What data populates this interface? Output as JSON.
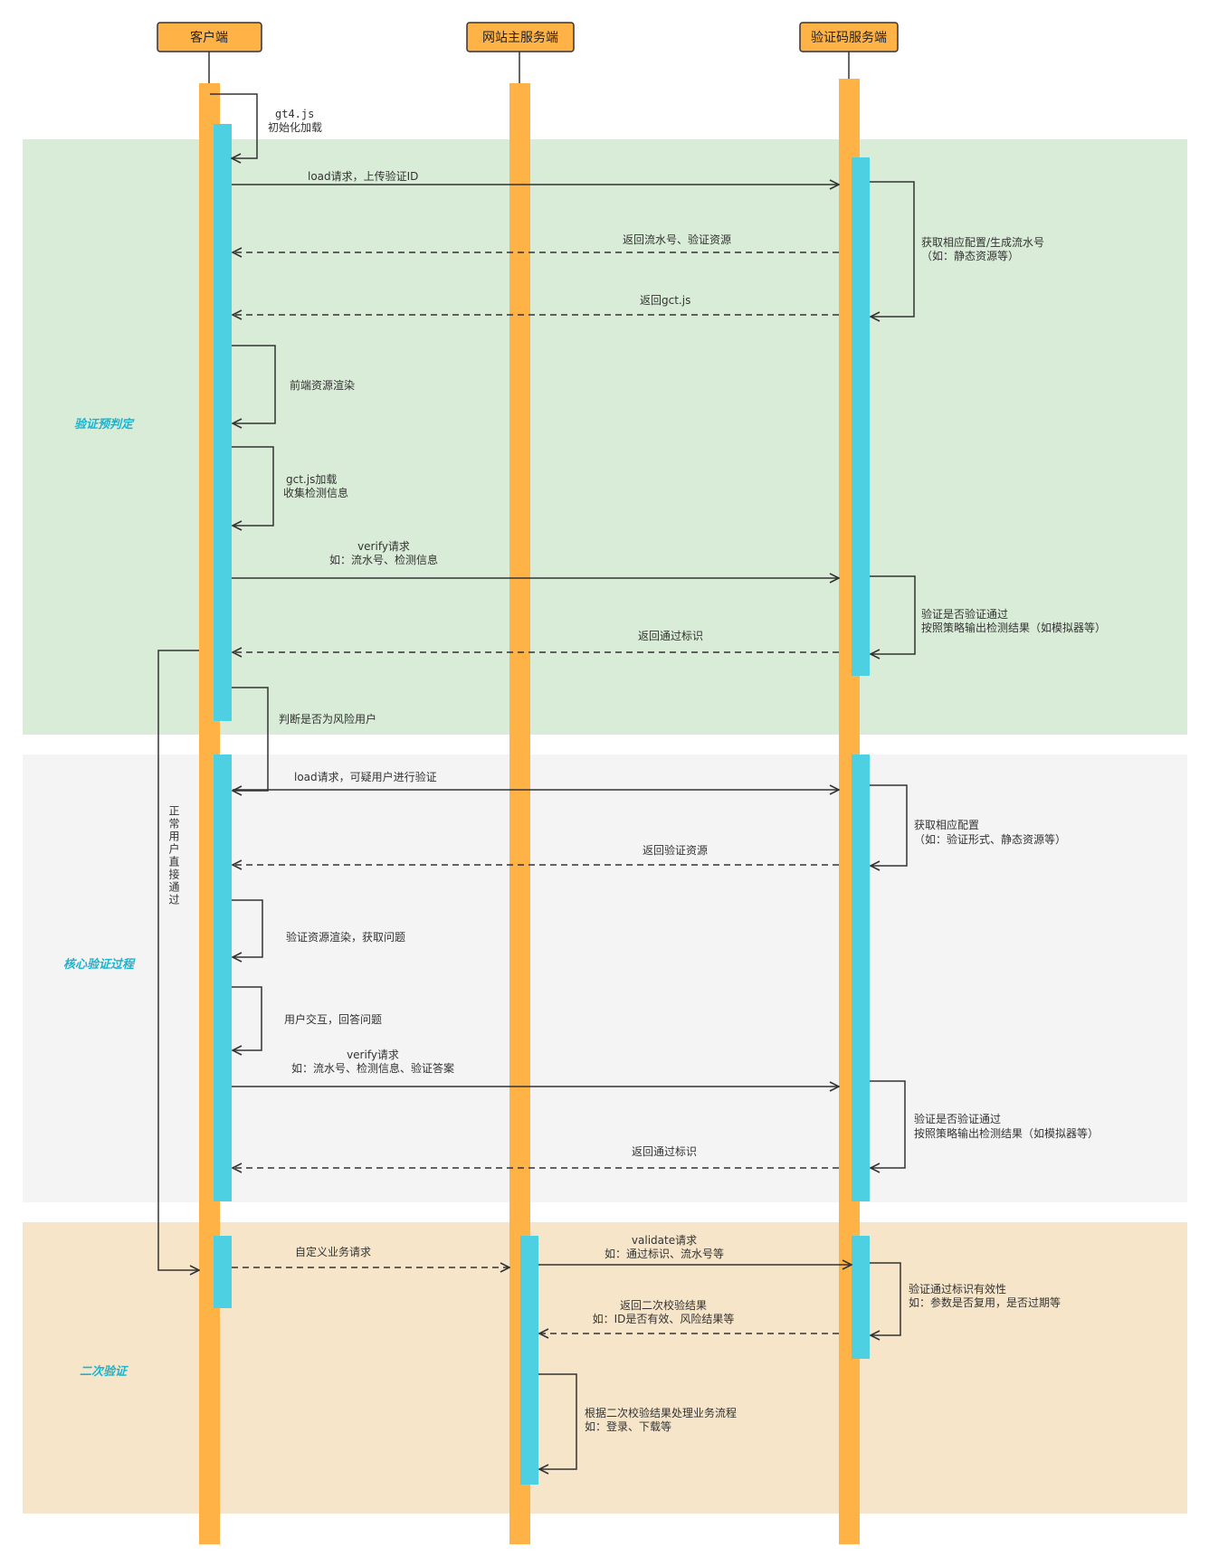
{
  "actors": {
    "client": "客户端",
    "website": "网站主服务端",
    "captcha": "验证码服务端"
  },
  "sections": {
    "pre": "验证预判定",
    "core": "核心验证过程",
    "second": "二次验证"
  },
  "messages": {
    "gt4_line1": "gt4.js",
    "gt4_line2": "初始化加载",
    "load1": "load请求，上传验证ID",
    "ret_serial": "返回流水号、验证资源",
    "get_config_line1": "获取相应配置/生成流水号",
    "get_config_line2": "（如：静态资源等）",
    "ret_gct": "返回gct.js",
    "front_render": "前端资源渲染",
    "gct_line1": "gct.js加载",
    "gct_line2": "收集检测信息",
    "verify1_line1": "verify请求",
    "verify1_line2": "如：流水号、检测信息",
    "check1_line1": "验证是否验证通过",
    "check1_line2": "按照策略输出检测结果（如模拟器等）",
    "ret_pass1": "返回通过标识",
    "risk_judge": "判断是否为风险用户",
    "normal_pass": "正常用户直接通过",
    "load2": "load请求，可疑用户进行验证",
    "get_config2_line1": "获取相应配置",
    "get_config2_line2": "（如：验证形式、静态资源等）",
    "ret_resource": "返回验证资源",
    "render_question": "验证资源渲染，获取问题",
    "answer": "用户交互，回答问题",
    "verify2_line1": "verify请求",
    "verify2_line2": "如：流水号、检测信息、验证答案",
    "check2_line1": "验证是否验证通过",
    "check2_line2": "按照策略输出检测结果（如模拟器等）",
    "ret_pass2": "返回通过标识",
    "custom_req": "自定义业务请求",
    "validate_line1": "validate请求",
    "validate_line2": "如：通过标识、流水号等",
    "check3_line1": "验证通过标识有效性",
    "check3_line2": "如：参数是否复用，是否过期等",
    "ret_second_line1": "返回二次校验结果",
    "ret_second_line2": "如：ID是否有效、风险结果等",
    "process_line1": "根据二次校验结果处理业务流程",
    "process_line2": "如：登录、下载等"
  },
  "colors": {
    "lifeline": "#ffb347",
    "activation": "#4dd0e1",
    "actor_box": "#ffb347",
    "section_pre": "#d9ecd7",
    "section_core": "#f4f4f4",
    "section_second": "#f6e5c8",
    "section_label": "#1bb4d0",
    "arrow": "#333333"
  }
}
